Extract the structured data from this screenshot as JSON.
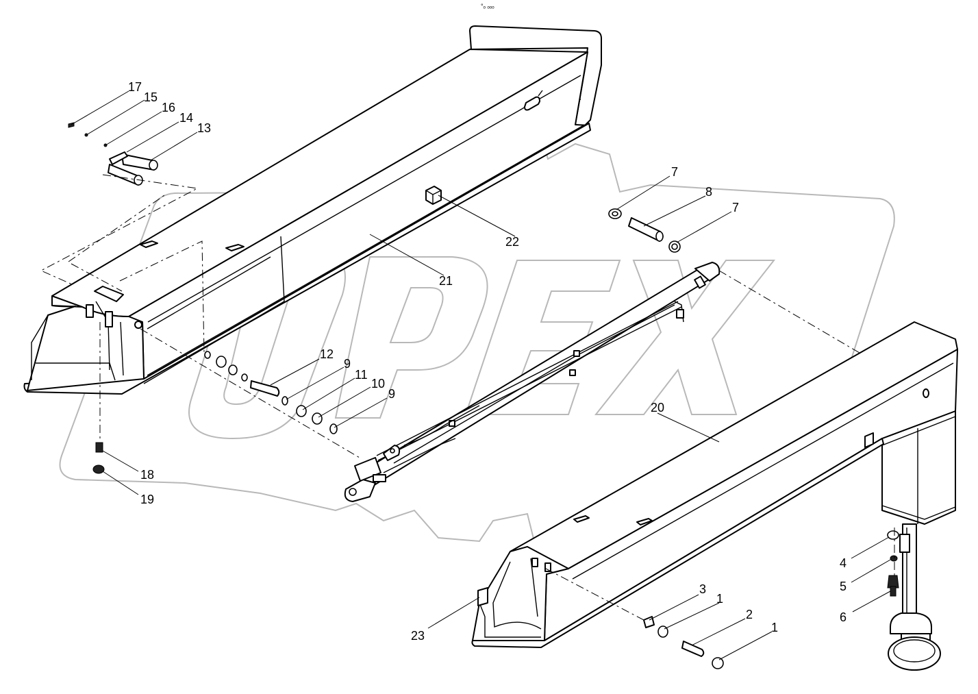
{
  "watermark": {
    "text": "OPEX",
    "color": "#b8b8b8"
  },
  "top_marker": "°ₒ ₒₒₒ",
  "callouts": [
    {
      "id": "c17",
      "label": "17"
    },
    {
      "id": "c15",
      "label": "15"
    },
    {
      "id": "c16",
      "label": "16"
    },
    {
      "id": "c14",
      "label": "14"
    },
    {
      "id": "c13",
      "label": "13"
    },
    {
      "id": "c22",
      "label": "22"
    },
    {
      "id": "c21",
      "label": "21"
    },
    {
      "id": "c7a",
      "label": "7"
    },
    {
      "id": "c8",
      "label": "8"
    },
    {
      "id": "c7b",
      "label": "7"
    },
    {
      "id": "c12",
      "label": "12"
    },
    {
      "id": "c9a",
      "label": "9"
    },
    {
      "id": "c11",
      "label": "11"
    },
    {
      "id": "c10",
      "label": "10"
    },
    {
      "id": "c9b",
      "label": "9"
    },
    {
      "id": "c20",
      "label": "20"
    },
    {
      "id": "c18",
      "label": "18"
    },
    {
      "id": "c19",
      "label": "19"
    },
    {
      "id": "c4",
      "label": "4"
    },
    {
      "id": "c5",
      "label": "5"
    },
    {
      "id": "c6",
      "label": "6"
    },
    {
      "id": "c3",
      "label": "3"
    },
    {
      "id": "c1a",
      "label": "1"
    },
    {
      "id": "c2",
      "label": "2"
    },
    {
      "id": "c1b",
      "label": "1"
    },
    {
      "id": "c23",
      "label": "23"
    }
  ]
}
